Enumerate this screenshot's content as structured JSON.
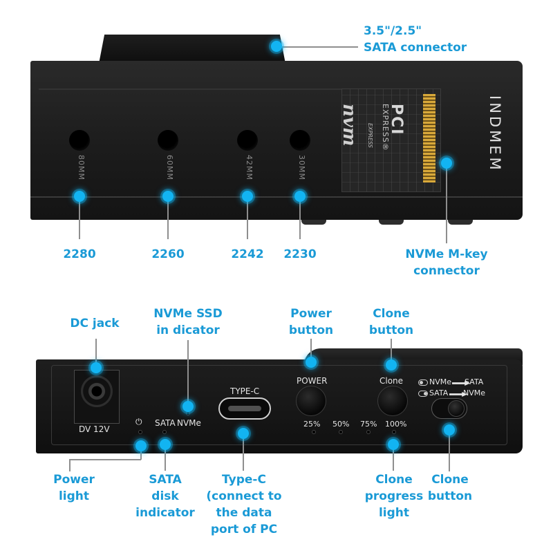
{
  "callouts": {
    "sata_connector": "3.5\"/2.5\"\nSATA connector",
    "size_2280": "2280",
    "size_2260": "2260",
    "size_2242": "2242",
    "size_2230": "2230",
    "nvme_connector": "NVMe M-key\nconnector",
    "dc_jack": "DC jack",
    "nvme_indicator": "NVMe SSD\nin dicator",
    "power_button": "Power\nbutton",
    "clone_button_top": "Clone\nbutton",
    "power_light": "Power\nlight",
    "sata_indicator": "SATA\ndisk\nindicator",
    "type_c": "Type-C\n(connect to\nthe data\nport of PC",
    "clone_progress": "Clone\nprogress\nlight",
    "clone_button_bottom": "Clone\nbutton"
  },
  "top_device": {
    "mm_marks": [
      "80MM",
      "60MM",
      "42MM",
      "30MM"
    ],
    "brand": "INDMEM",
    "pci_logo": "PCI",
    "pci_express": "EXPRESS®",
    "nvm_logo": "nvm",
    "nvm_express": "EXPRESS"
  },
  "bottom_device": {
    "dc_label": "DV 12V",
    "power_symbol": "⏻",
    "sata_label": "SATA",
    "nvme_label": "NVMe",
    "typec_label": "TYPE-C",
    "power_label": "POWER",
    "clone_label": "Clone",
    "progress": [
      "25%",
      "50%",
      "75%",
      "100%"
    ],
    "mode1_from": "NVMe",
    "mode1_to": "SATA",
    "mode2_from": "SATA",
    "mode2_to": "NVMe"
  },
  "colors": {
    "callout": "#1a9ad6",
    "dot": "#12b4f2",
    "device": "#1c1c1c"
  }
}
